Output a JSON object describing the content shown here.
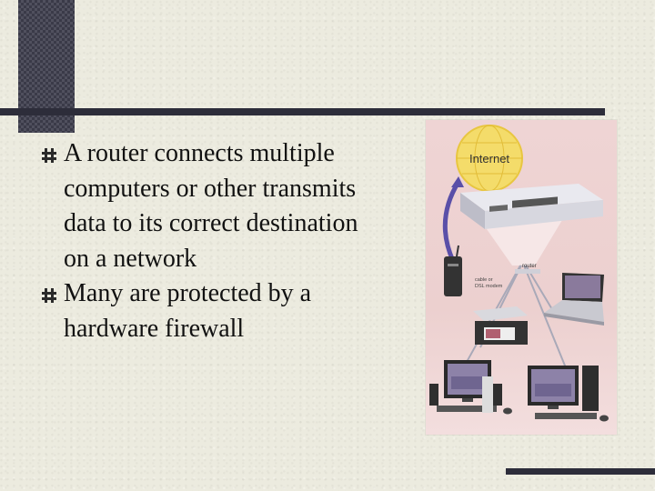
{
  "slide": {
    "bullets": [
      {
        "text": "A router connects multiple computers or other transmits data to its correct destination on a network"
      },
      {
        "text": "Many are protected by a hardware firewall"
      }
    ],
    "bullet_icon": "hash-bullet-icon"
  },
  "illustration": {
    "internet_label": "Internet",
    "router_label": "router",
    "modem_label_line1": "cable or",
    "modem_label_line2": "DSL modem"
  },
  "colors": {
    "background": "#ecebdf",
    "accent_dark": "#2d2d3a",
    "photo_background": "#efd4d4",
    "globe": "#f2d75a"
  }
}
